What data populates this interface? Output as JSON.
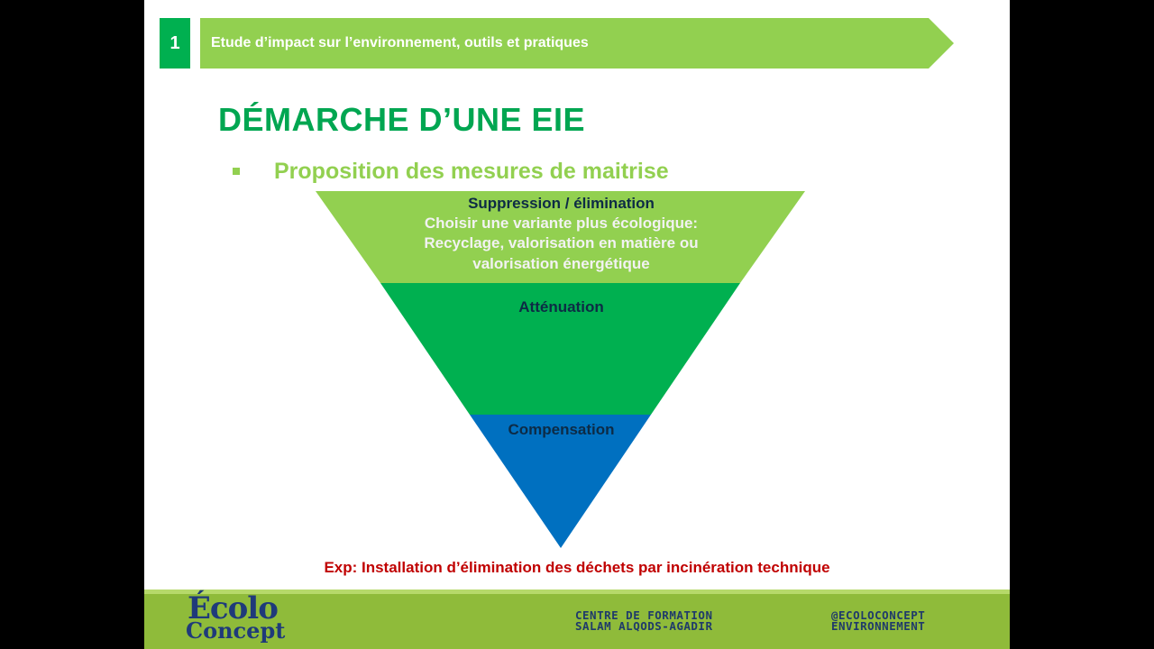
{
  "header": {
    "section_number": "1",
    "banner_title": "Etude d’impact sur l’environnement, outils et pratiques"
  },
  "slide": {
    "title": "DÉMARCHE D’UNE EIE",
    "bullet": "Proposition des mesures de maitrise"
  },
  "pyramid": {
    "levels": [
      {
        "heading": "Suppression / élimination",
        "lines": [
          "Choisir une variante plus écologique:",
          "Recyclage, valorisation en matière ou",
          "valorisation énergétique"
        ],
        "color": "#92d050"
      },
      {
        "heading": "Atténuation",
        "color": "#00b050"
      },
      {
        "heading": "Compensation",
        "color": "#0070c0"
      }
    ]
  },
  "example": "Exp: Installation d’élimination des déchets par incinération technique",
  "footer": {
    "logo_line1": "Écolo",
    "logo_line2": "Concept",
    "center_line1": "CENTRE DE FORMATION",
    "center_line2": "SALAM ALQODS-AGADIR",
    "right_line1": "@ECOLOCONCEPT",
    "right_line2": "ENVIRONNEMENT"
  },
  "colors": {
    "accent_green": "#00b050",
    "light_green": "#92d050",
    "blue": "#0070c0",
    "example_red": "#c00000"
  }
}
